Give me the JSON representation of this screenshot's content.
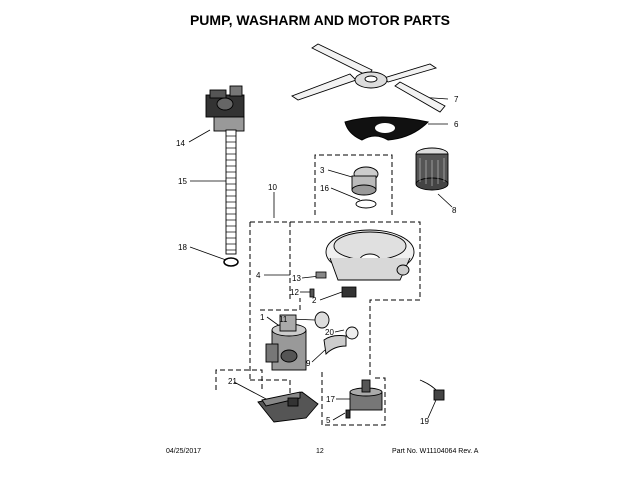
{
  "title": "PUMP, WASHARM AND MOTOR PARTS",
  "callouts": [
    "7",
    "6",
    "14",
    "3",
    "16",
    "15",
    "10",
    "8",
    "18",
    "4",
    "13",
    "12",
    "2",
    "1",
    "11",
    "20",
    "9",
    "21",
    "17",
    "5",
    "19"
  ],
  "footer": {
    "date": "04/25/2017",
    "page": "12",
    "part_no": "Part No.  W11104064  Rev. A"
  }
}
